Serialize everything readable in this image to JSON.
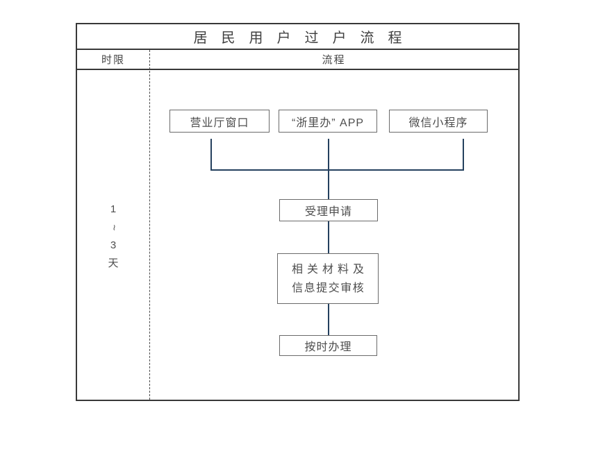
{
  "title": "居民用户过户流程",
  "header": {
    "time_limit_label": "时限",
    "process_label": "流程"
  },
  "timeline": {
    "lines": [
      "1",
      "~",
      "3",
      "天"
    ]
  },
  "flow": {
    "channels": [
      {
        "label": "营业厅窗口"
      },
      {
        "label": "“浙里办” APP"
      },
      {
        "label": "微信小程序"
      }
    ],
    "steps": [
      {
        "label": "受理申请"
      },
      {
        "lines": [
          "相关材料及",
          "信息提交审核"
        ]
      },
      {
        "label": "按时办理"
      }
    ]
  },
  "colors": {
    "connector": "#24405e",
    "box_border": "#6a6a6a",
    "frame_border": "#383838",
    "text": "#4d4d4d",
    "background": "#ffffff"
  }
}
